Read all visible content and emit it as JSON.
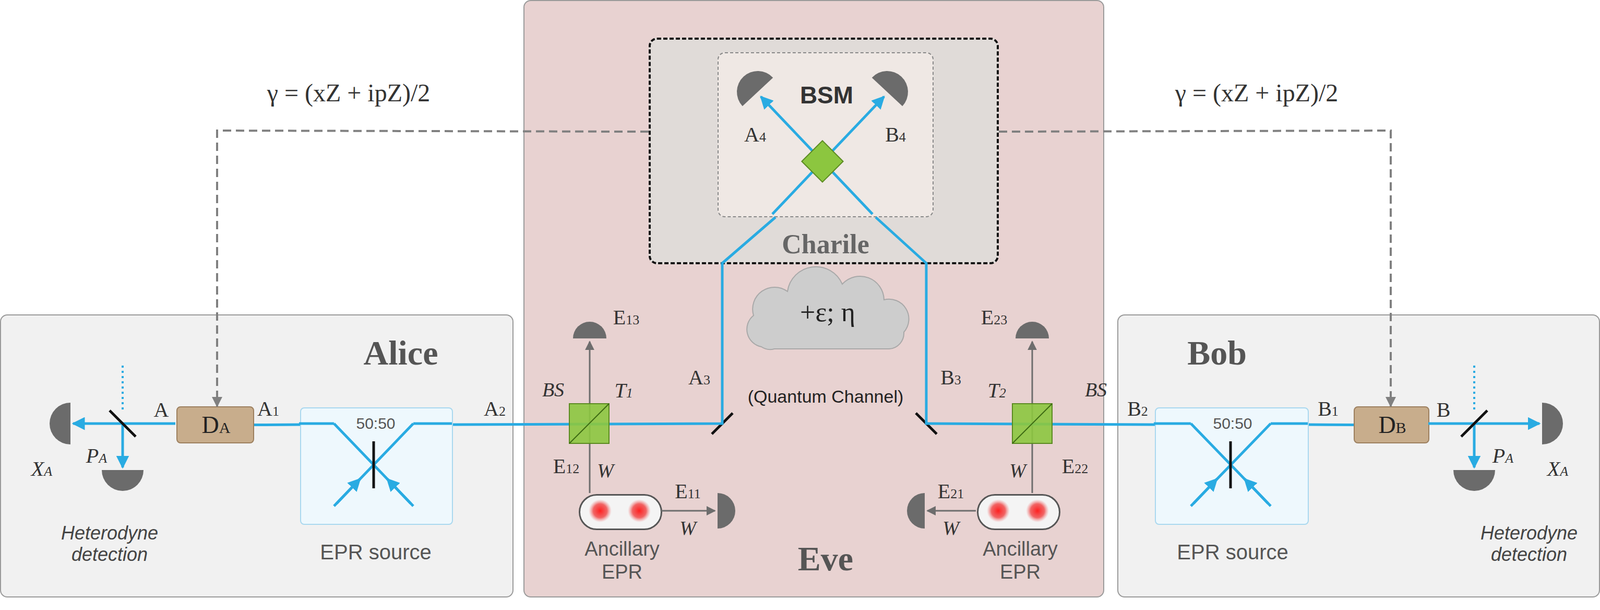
{
  "diagram": {
    "nodes": [
      {
        "text": [
          "Eve"
        ]
      },
      {
        "text": [
          "Charile"
        ],
        "in": 0
      },
      {
        "text": [
          "BSM"
        ],
        "in": 1
      },
      {
        "text": [
          "+ε; η",
          "(Quantum Channel)"
        ],
        "in": 0
      },
      {
        "text": [
          "Ancillary EPR"
        ],
        "in": 0
      },
      {
        "text": [
          "Ancillary EPR"
        ],
        "in": 0
      },
      {
        "text": [
          "Alice"
        ]
      },
      {
        "text": [
          "50:50",
          "EPR source"
        ],
        "in": 6
      },
      {
        "text": [
          "DA"
        ],
        "in": 6
      },
      {
        "text": [
          "Bob"
        ]
      },
      {
        "text": [
          "50:50",
          "EPR source"
        ],
        "in": 9
      },
      {
        "text": [
          "DB"
        ],
        "in": 9
      }
    ],
    "edges": [
      {
        "from": 1,
        "to": 8,
        "arrow": "to",
        "label": "γ = (xZ + ipZ)/2"
      },
      {
        "from": 1,
        "to": 11,
        "arrow": "to",
        "label": "γ = (xZ + ipZ)/2"
      },
      {
        "from": 8,
        "to": 7,
        "arrow": "none"
      },
      {
        "from": 7,
        "to": 2,
        "arrow": "none"
      },
      {
        "from": 10,
        "to": 2,
        "arrow": "none"
      },
      {
        "from": 11,
        "to": 10,
        "arrow": "none"
      }
    ],
    "labels": [
      "A",
      "A1",
      "A2",
      "A3",
      "A4",
      "B4",
      "B3",
      "B2",
      "B1",
      "B",
      "E13",
      "BS",
      "T1",
      "E12",
      "W",
      "E11",
      "W",
      "E23",
      "BS",
      "T2",
      "E22",
      "W",
      "E21",
      "W",
      "XA",
      "PA",
      "Heterodyne detection",
      "XA",
      "PA",
      "Heterodyne detection"
    ]
  }
}
